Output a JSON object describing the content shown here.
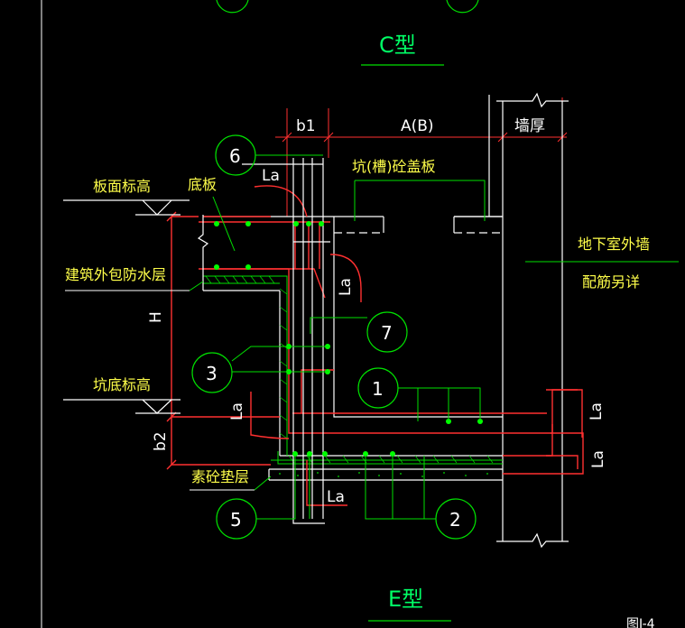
{
  "titles": {
    "top": "C型",
    "bottom": "E型"
  },
  "dimensions": {
    "b1": "b1",
    "ab": "A(B)",
    "wall_thickness": "墙厚",
    "h": "H",
    "b2": "b2"
  },
  "labels": {
    "slab_top_elev": "板面标高",
    "bottom_plate": "底板",
    "pit_cover": "坑(槽)砼盖板",
    "waterproof": "建筑外包防水层",
    "pit_bottom_elev": "坑底标高",
    "plain_concrete": "素砼垫层",
    "basement_wall_1": "地下室外墙",
    "basement_wall_2": "配筋另详"
  },
  "lap": "La",
  "callouts": [
    "6",
    "7",
    "3",
    "1",
    "5",
    "2"
  ],
  "colors": {
    "bg": "#000000",
    "line": "#ff3030",
    "rebar": "#ffffff",
    "text": "#ffff4a",
    "green": "#00e000",
    "cyan": "#00ffff"
  }
}
